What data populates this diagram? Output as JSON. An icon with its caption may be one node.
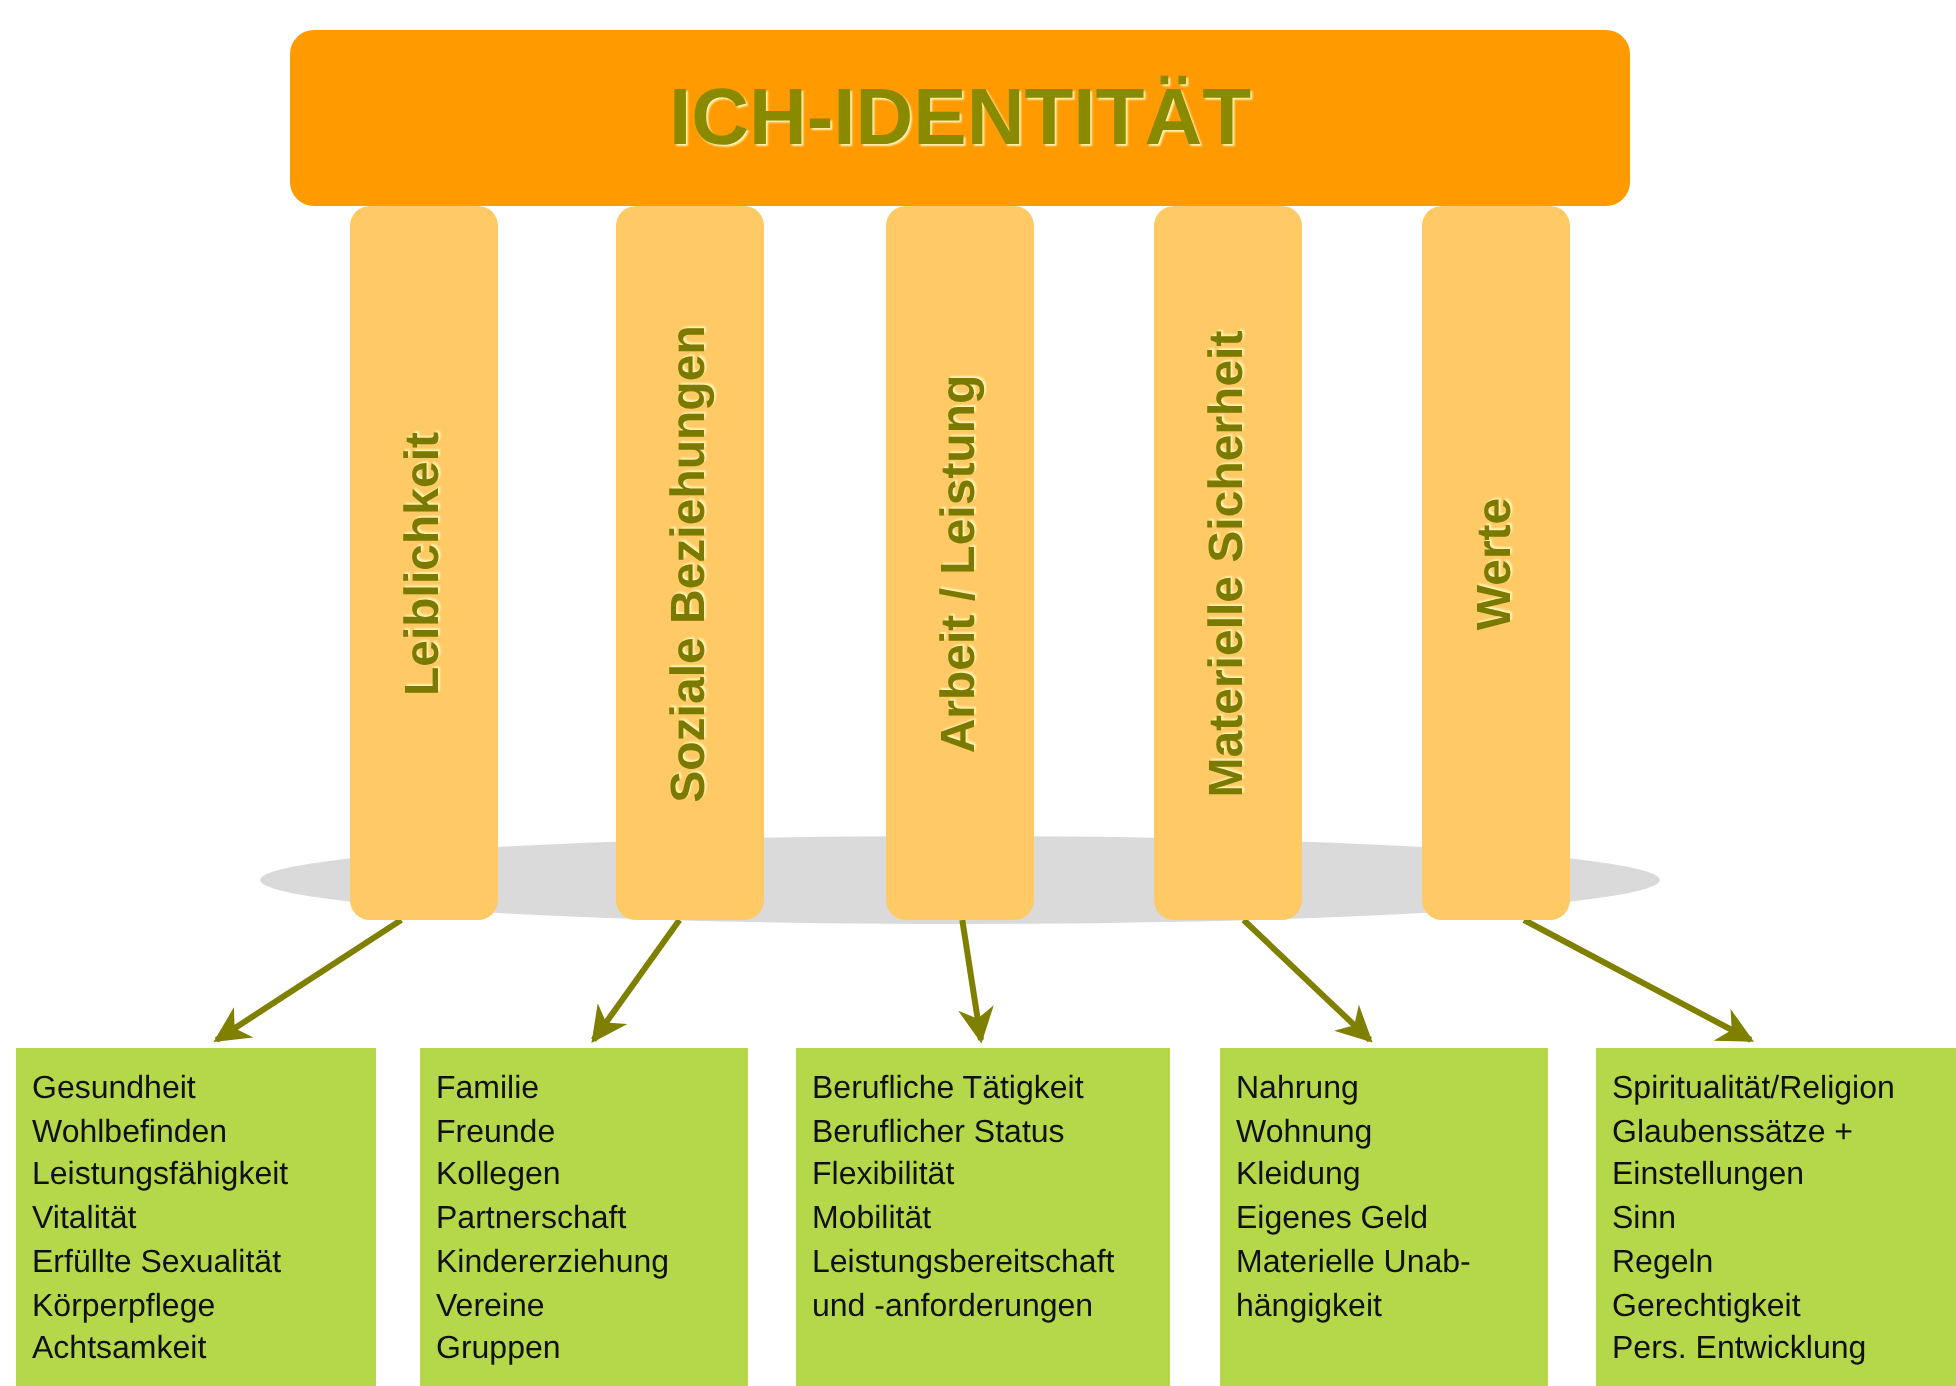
{
  "diagram": {
    "nodes": [
      {
        "text": [
          "ICH-IDENTITÄT"
        ]
      },
      {
        "text": [
          "Leiblichkeit"
        ]
      },
      {
        "text": [
          "Soziale Beziehungen"
        ]
      },
      {
        "text": [
          "Arbeit / Leistung"
        ]
      },
      {
        "text": [
          "Materielle Sicherheit"
        ]
      },
      {
        "text": [
          "Werte"
        ]
      },
      {
        "text": [
          "Gesundheit",
          "Wohlbefinden",
          "Leistungsfähigkeit",
          "Vitalität",
          "Erfüllte Sexualität",
          "Körperpflege",
          "Achtsamkeit"
        ]
      },
      {
        "text": [
          "Familie",
          "Freunde",
          "Kollegen",
          "Partnerschaft",
          "Kindererziehung",
          "Vereine",
          "Gruppen"
        ]
      },
      {
        "text": [
          "Berufliche Tätigkeit",
          "Beruflicher Status",
          "Flexibilität",
          "Mobilität",
          "Leistungsbereitschaft",
          "und -anforderungen"
        ]
      },
      {
        "text": [
          "Nahrung",
          "Wohnung",
          "Kleidung",
          "Eigenes Geld",
          "Materielle Unab-",
          "hängigkeit"
        ]
      },
      {
        "text": [
          "Spiritualität/Religion",
          "Glaubenssätze +",
          "Einstellungen",
          "Sinn",
          "Regeln",
          "Gerechtigkeit",
          "Pers. Entwicklung"
        ]
      }
    ],
    "edges": [
      {
        "from": 1,
        "to": 6,
        "arrow": "to"
      },
      {
        "from": 2,
        "to": 7,
        "arrow": "to"
      },
      {
        "from": 3,
        "to": 8,
        "arrow": "to"
      },
      {
        "from": 4,
        "to": 9,
        "arrow": "to"
      },
      {
        "from": 5,
        "to": 10,
        "arrow": "to"
      }
    ]
  }
}
